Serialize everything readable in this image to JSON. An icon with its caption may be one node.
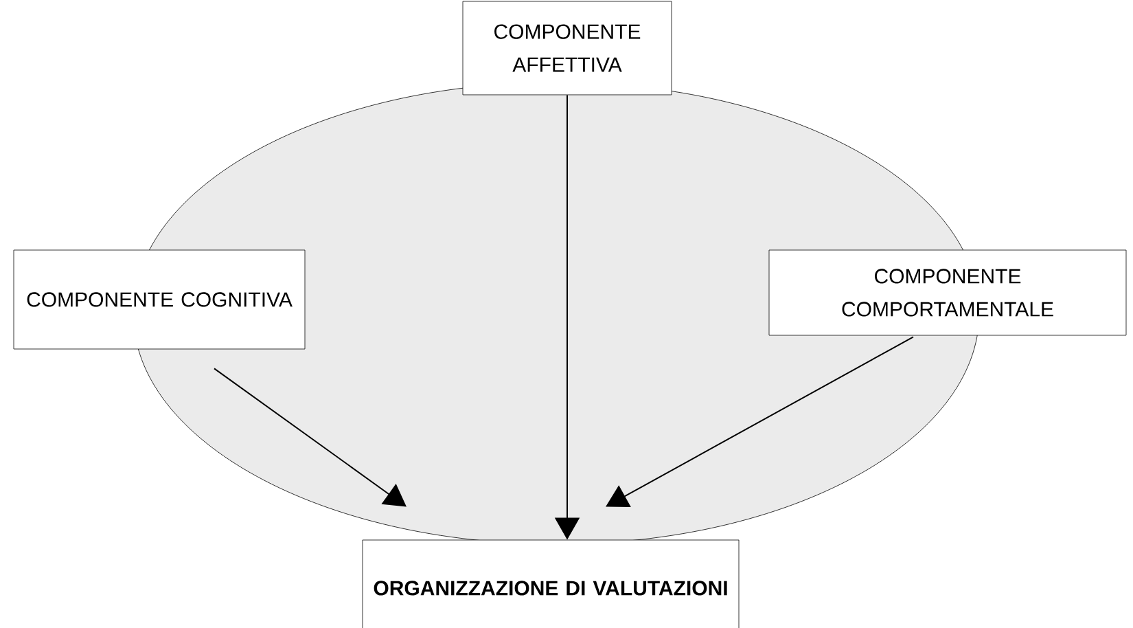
{
  "diagram": {
    "nodes": [
      {
        "text": [
          "COMPONENTE AFFETTIVA"
        ]
      },
      {
        "text": [
          "COMPONENTE COGNITIVA"
        ]
      },
      {
        "text": [
          "COMPONENTE COMPORTAMENTALE"
        ]
      },
      {
        "text": [
          "ORGANIZZAZIONE DI VALUTAZIONI"
        ]
      }
    ],
    "edges": [
      {
        "from": 1,
        "to": 3,
        "arrow": "to"
      },
      {
        "from": 0,
        "to": 3,
        "arrow": "to"
      },
      {
        "from": 2,
        "to": 3,
        "arrow": "to"
      }
    ]
  }
}
